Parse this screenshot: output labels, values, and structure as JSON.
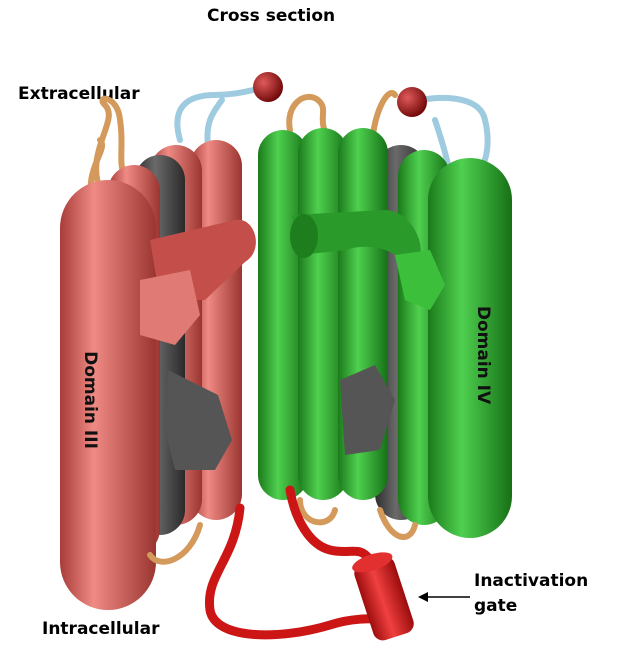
{
  "labels": {
    "title": "Cross section",
    "extracellular": "Extracellular",
    "intracellular": "Intracellular",
    "gate_line1": "Inactivation",
    "gate_line2": "gate",
    "domain3": "Domain III",
    "domain4": "Domain IV"
  },
  "colors": {
    "domain3": "#d9635e",
    "domain4": "#2aa52a",
    "pore": "#4a4a4a",
    "loop": "#d49a5c",
    "linker": "#a8d4e6",
    "bead": "#8b0d0d",
    "gate": "#d01818"
  }
}
